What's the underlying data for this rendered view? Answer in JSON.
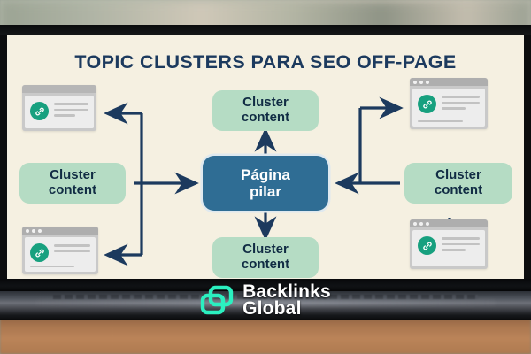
{
  "scene": {
    "device": "laptop",
    "screen_bg": "#f5f0e1",
    "desk_color": "#b2794f",
    "frame_color": "#0c0d0e"
  },
  "diagram": {
    "title": "TOPIC CLUSTERS PARA SEO OFF-PAGE",
    "title_color": "#1c3a5e",
    "pillar": {
      "label_line1": "Página",
      "label_line2": "pilar",
      "bg": "#2f6d94",
      "text_color": "#ffffff"
    },
    "clusters": [
      {
        "id": "cluster-top",
        "label_line1": "Cluster",
        "label_line2": "content",
        "position": "top"
      },
      {
        "id": "cluster-left",
        "label_line1": "Cluster",
        "label_line2": "content",
        "position": "left"
      },
      {
        "id": "cluster-right",
        "label_line1": "Cluster",
        "label_line2": "content",
        "position": "right"
      },
      {
        "id": "cluster-bottom",
        "label_line1": "Cluster",
        "label_line2": "content",
        "position": "bottom"
      }
    ],
    "cluster_bg": "#b5dcc4",
    "cluster_text_color": "#112c44",
    "connector_color": "#1c3a5e",
    "backlink_pages": [
      {
        "id": "page-top-left",
        "icon": "link-icon",
        "has_window_dots": false
      },
      {
        "id": "page-bottom-left",
        "icon": "link-icon",
        "has_window_dots": true
      },
      {
        "id": "page-top-right",
        "icon": "link-icon",
        "has_window_dots": true
      },
      {
        "id": "page-bottom-right",
        "icon": "link-icon",
        "has_window_dots": true
      }
    ],
    "link_badge_color": "#17a07f"
  },
  "logo": {
    "line1": "Backlinks",
    "line2": "Global",
    "mark_color": "#2bf0c0",
    "text_color": "#ffffff"
  }
}
